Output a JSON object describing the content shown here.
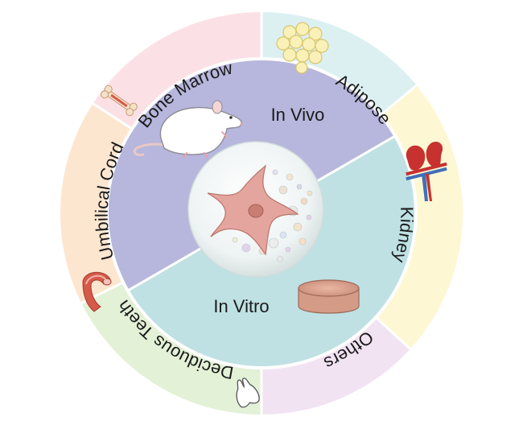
{
  "center": {
    "top_label": "In Vivo",
    "bottom_label": "In Vitro"
  },
  "sources": [
    {
      "label": "Bone Marrow",
      "color": "#fbe1e6",
      "icon": "bone-icon"
    },
    {
      "label": "Adipose",
      "color": "#dcf0f2",
      "icon": "fat-cells-icon"
    },
    {
      "label": "Kidney",
      "color": "#fdf7d3",
      "icon": "kidney-icon"
    },
    {
      "label": "Others",
      "color": "#f2e3f3",
      "icon": ""
    },
    {
      "label": "Deciduous Teeth",
      "color": "#e3f1d7",
      "icon": "tooth-icon"
    },
    {
      "label": "Umbilical Cord",
      "color": "#fde6cf",
      "icon": "umbilical-cord-icon"
    }
  ],
  "colors": {
    "in_vivo": "#b7b6dc",
    "in_vitro": "#bfe1e3",
    "ring_border": "#ffffff",
    "cell": "#e3a59d"
  }
}
